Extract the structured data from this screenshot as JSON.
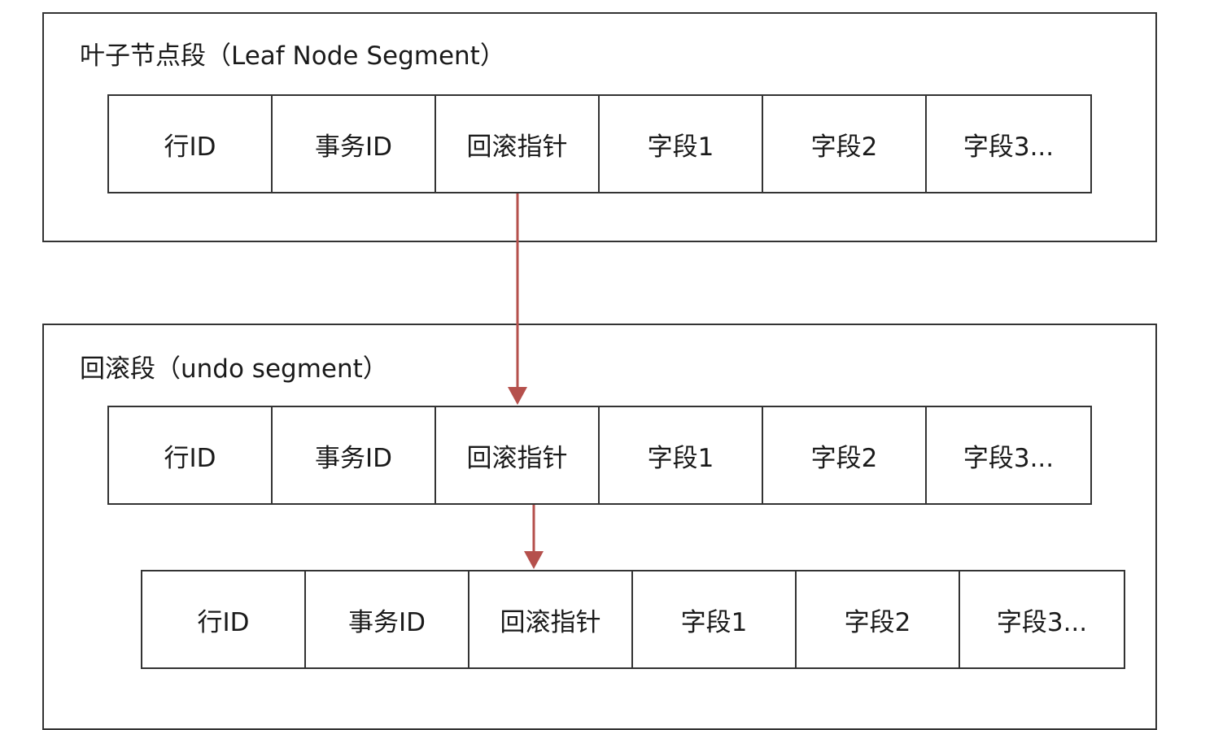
{
  "leaf_segment": {
    "title": "叶子节点段（Leaf Node Segment）",
    "record": [
      "行ID",
      "事务ID",
      "回滚指针",
      "字段1",
      "字段2",
      "字段3..."
    ]
  },
  "undo_segment": {
    "title": "回滚段（undo segment）",
    "records": [
      [
        "行ID",
        "事务ID",
        "回滚指针",
        "字段1",
        "字段2",
        "字段3..."
      ],
      [
        "行ID",
        "事务ID",
        "回滚指针",
        "字段1",
        "字段2",
        "字段3..."
      ]
    ]
  },
  "colors": {
    "arrow": "#b5504c",
    "border": "#333333"
  }
}
